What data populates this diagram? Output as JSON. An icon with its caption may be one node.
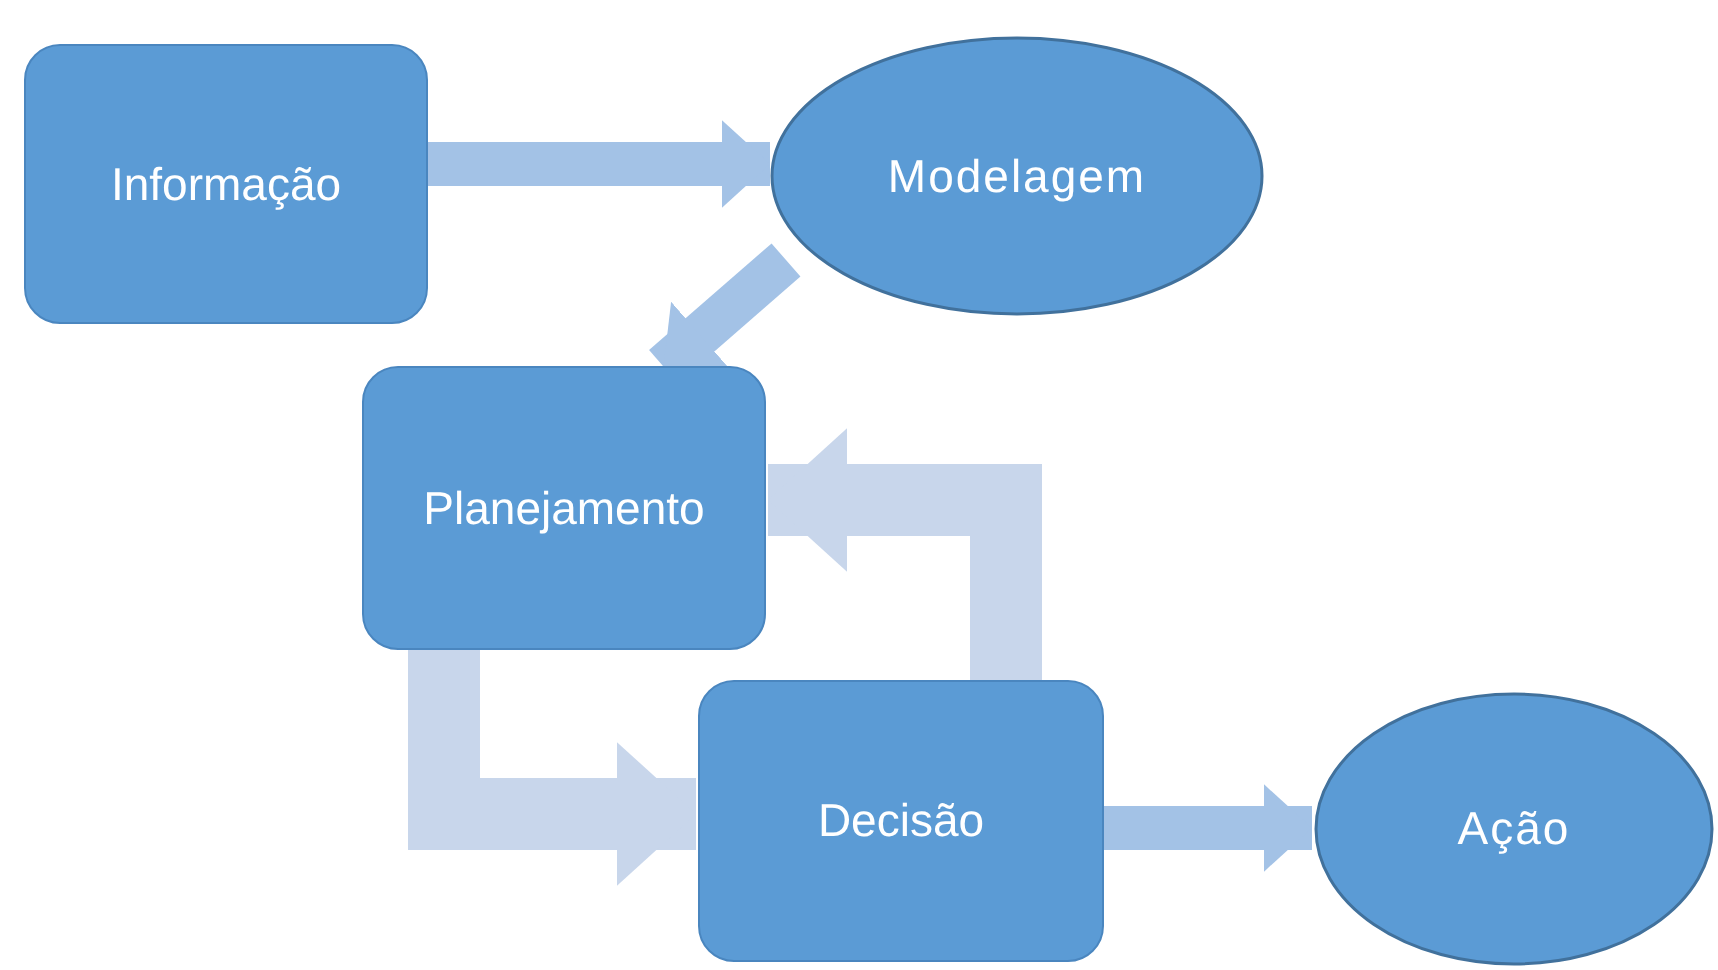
{
  "diagram": {
    "nodes": [
      {
        "text": [
          "Informação"
        ]
      },
      {
        "text": [
          "Modelagem"
        ]
      },
      {
        "text": [
          "Planejamento"
        ]
      },
      {
        "text": [
          "Decisão"
        ]
      },
      {
        "text": [
          "Ação"
        ]
      }
    ],
    "edges": [
      {
        "from": 0,
        "to": 1,
        "arrow": "to"
      },
      {
        "from": 1,
        "to": 2,
        "arrow": "to"
      },
      {
        "from": 3,
        "to": 2,
        "arrow": "to",
        "color": "#c8d6eb"
      },
      {
        "from": 2,
        "to": 3,
        "arrow": "to",
        "color": "#c8d6eb"
      },
      {
        "from": 3,
        "to": 4,
        "arrow": "to"
      }
    ]
  }
}
